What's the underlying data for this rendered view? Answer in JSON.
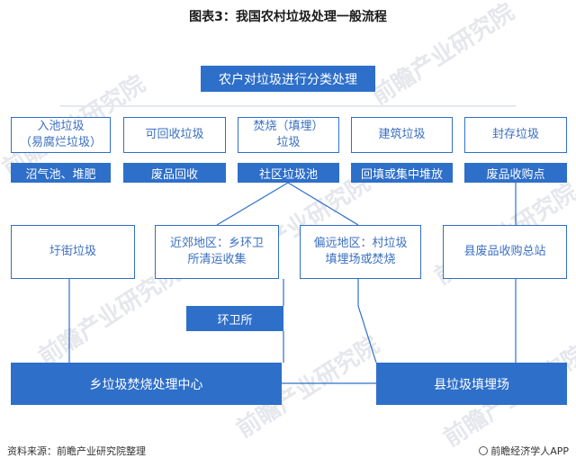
{
  "title": "图表3：我国农村垃圾处理一般流程",
  "root": "农户对垃圾进行分类处理",
  "categories": [
    {
      "label": "入池垃圾\n（易腐烂垃圾）",
      "method": "沼气池、堆肥"
    },
    {
      "label": "可回收垃圾",
      "method": "废品回收"
    },
    {
      "label": "焚烧（填埋）\n垃圾",
      "method": "社区垃圾池"
    },
    {
      "label": "建筑垃圾",
      "method": "回填或集中堆放"
    },
    {
      "label": "封存垃圾",
      "method": "废品收购点"
    }
  ],
  "level3": {
    "market": "圩街垃圾",
    "suburban": "近郊地区：乡环卫\n所清运收集",
    "remote": "偏远地区：村垃圾\n填埋场或焚烧",
    "county_station": "县废品收购总站"
  },
  "sanitation": "环卫所",
  "incineration_center": "乡垃圾焚烧处理中心",
  "landfill": "县垃圾填埋场",
  "watermark": "前瞻产业研究院",
  "footer": {
    "source": "资料来源：前瞻产业研究院整理",
    "brand": "前瞻经济学人APP"
  },
  "colors": {
    "primary": "#2e6fc9",
    "text": "#3a6fc0"
  }
}
